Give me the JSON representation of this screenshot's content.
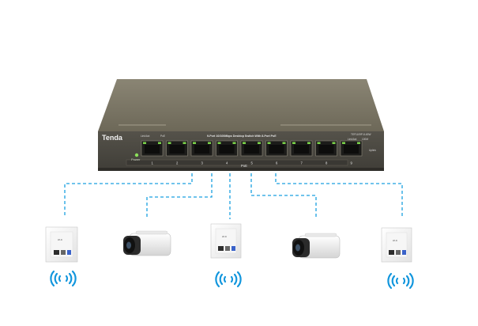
{
  "switch": {
    "brand": "Tenda",
    "title": "9-Port 10/100Mbps Desktop Switch With 8-Port PoE",
    "model": "TEF1109P-8-63W",
    "label_link_act": "Link/Act",
    "label_poe": "PoE",
    "label_right_link": "Link/Act",
    "label_right_speed": "100M",
    "label_uplink": "Uplink",
    "power_label": "Power",
    "poe_group_label": "PoE",
    "port_numbers": [
      "1",
      "2",
      "3",
      "4",
      "5",
      "6",
      "7",
      "8",
      "9"
    ],
    "body_color": "#6e695a",
    "face_color": "#4a4740",
    "led_color": "#7bd24a",
    "link_color": "#1aa0e0"
  },
  "devices": [
    {
      "type": "wall-ap",
      "label": "Wi-Fi"
    },
    {
      "type": "camera",
      "label": ""
    },
    {
      "type": "wall-ap",
      "label": "Wi-Fi"
    },
    {
      "type": "camera",
      "label": ""
    },
    {
      "type": "wall-ap",
      "label": "Wi-Fi"
    }
  ]
}
